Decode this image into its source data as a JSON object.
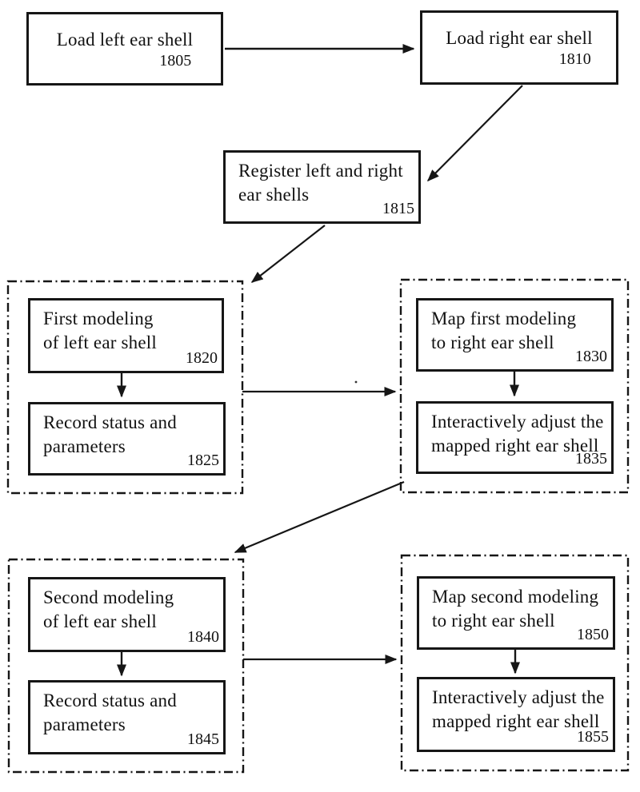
{
  "diagram": {
    "type": "flowchart",
    "colors": {
      "line": "#161616",
      "text": "#111111",
      "background": "#ffffff"
    },
    "boxes": [
      {
        "id": "1805",
        "label": "Load left ear shell",
        "ref": "1805"
      },
      {
        "id": "1810",
        "label": "Load right ear shell",
        "ref": "1810"
      },
      {
        "id": "1815",
        "label": "Register left and right\near shells",
        "ref": "1815"
      },
      {
        "id": "1820",
        "label": "First modeling\nof left ear shell",
        "ref": "1820"
      },
      {
        "id": "1825",
        "label": "Record status and\nparameters",
        "ref": "1825"
      },
      {
        "id": "1830",
        "label": "Map first modeling\nto right ear shell",
        "ref": "1830"
      },
      {
        "id": "1835",
        "label": "Interactively adjust the\nmapped right ear shell",
        "ref": "1835"
      },
      {
        "id": "1840",
        "label": "Second modeling\nof left ear shell",
        "ref": "1840"
      },
      {
        "id": "1845",
        "label": "Record status and\nparameters",
        "ref": "1845"
      },
      {
        "id": "1850",
        "label": "Map second modeling\nto right ear shell",
        "ref": "1850"
      },
      {
        "id": "1855",
        "label": "Interactively adjust the\nmapped right ear shell",
        "ref": "1855"
      }
    ],
    "groups": [
      {
        "id": "group-first-left",
        "members": [
          "1820",
          "1825"
        ]
      },
      {
        "id": "group-first-right",
        "members": [
          "1830",
          "1835"
        ]
      },
      {
        "id": "group-second-left",
        "members": [
          "1840",
          "1845"
        ]
      },
      {
        "id": "group-second-right",
        "members": [
          "1850",
          "1855"
        ]
      }
    ],
    "connections": [
      {
        "from": "1805",
        "to": "1810"
      },
      {
        "from": "1810",
        "to": "1815"
      },
      {
        "from": "1815",
        "to": "group-first-left"
      },
      {
        "from": "1820",
        "to": "1825"
      },
      {
        "from": "group-first-left",
        "to": "group-first-right"
      },
      {
        "from": "1830",
        "to": "1835"
      },
      {
        "from": "group-first-right",
        "to": "group-second-left"
      },
      {
        "from": "1840",
        "to": "1845"
      },
      {
        "from": "group-second-left",
        "to": "group-second-right"
      },
      {
        "from": "1850",
        "to": "1855"
      }
    ]
  }
}
